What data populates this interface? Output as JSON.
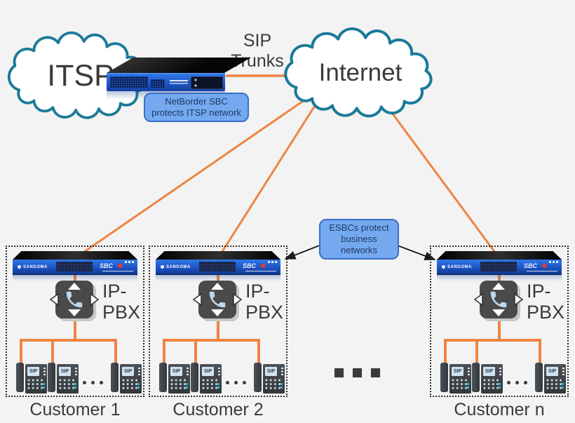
{
  "colors": {
    "background": "#f3f3f3",
    "cloud_stroke": "#1b7a99",
    "connector_orange": "#ee8440",
    "note_fill": "#74a9f0",
    "note_border": "#3a6ec9",
    "note_text": "#1f3864",
    "text_dark": "#3a3a3a",
    "sbc_panel_blue": "#1d55c6",
    "device_top_black": "#141414",
    "pbx_gray": "#4a4a4a",
    "handset_light_blue": "#bcd8f0",
    "phone_screen_blue": "#cfe3f2",
    "arrow_black": "#1a1a1a",
    "sbc_logo_red": "#e23b30"
  },
  "icons": {
    "cloud": "cloud-outline",
    "ippbx": "four-direction-arrows-with-handset",
    "phone": "sip-desk-phone",
    "ellipsis_phones": "three-round-dots",
    "ellipsis_customers": "three-square-dots",
    "sbc_arrow": "red-left-chevron",
    "sangoma_globe": "globe-dot"
  },
  "clouds": {
    "itsp": {
      "label": "ITSP"
    },
    "internet": {
      "label": "Internet"
    }
  },
  "sip_trunks": {
    "line1": "SIP",
    "line2": "Trunks"
  },
  "notes": {
    "netborder": {
      "line1": "NetBorder SBC",
      "line2": "protects ITSP network"
    },
    "esbc": {
      "line1": "ESBCs protect",
      "line2": "business networks"
    }
  },
  "devices": {
    "sbc_brand": "SANGOMA",
    "sbc_logo": "SBC",
    "ippbx": {
      "line1": "IP-",
      "line2": "PBX"
    },
    "phone_screen": "SIP"
  },
  "customers": [
    {
      "name": "Customer 1"
    },
    {
      "name": "Customer 2"
    },
    {
      "name": "Customer n"
    }
  ]
}
